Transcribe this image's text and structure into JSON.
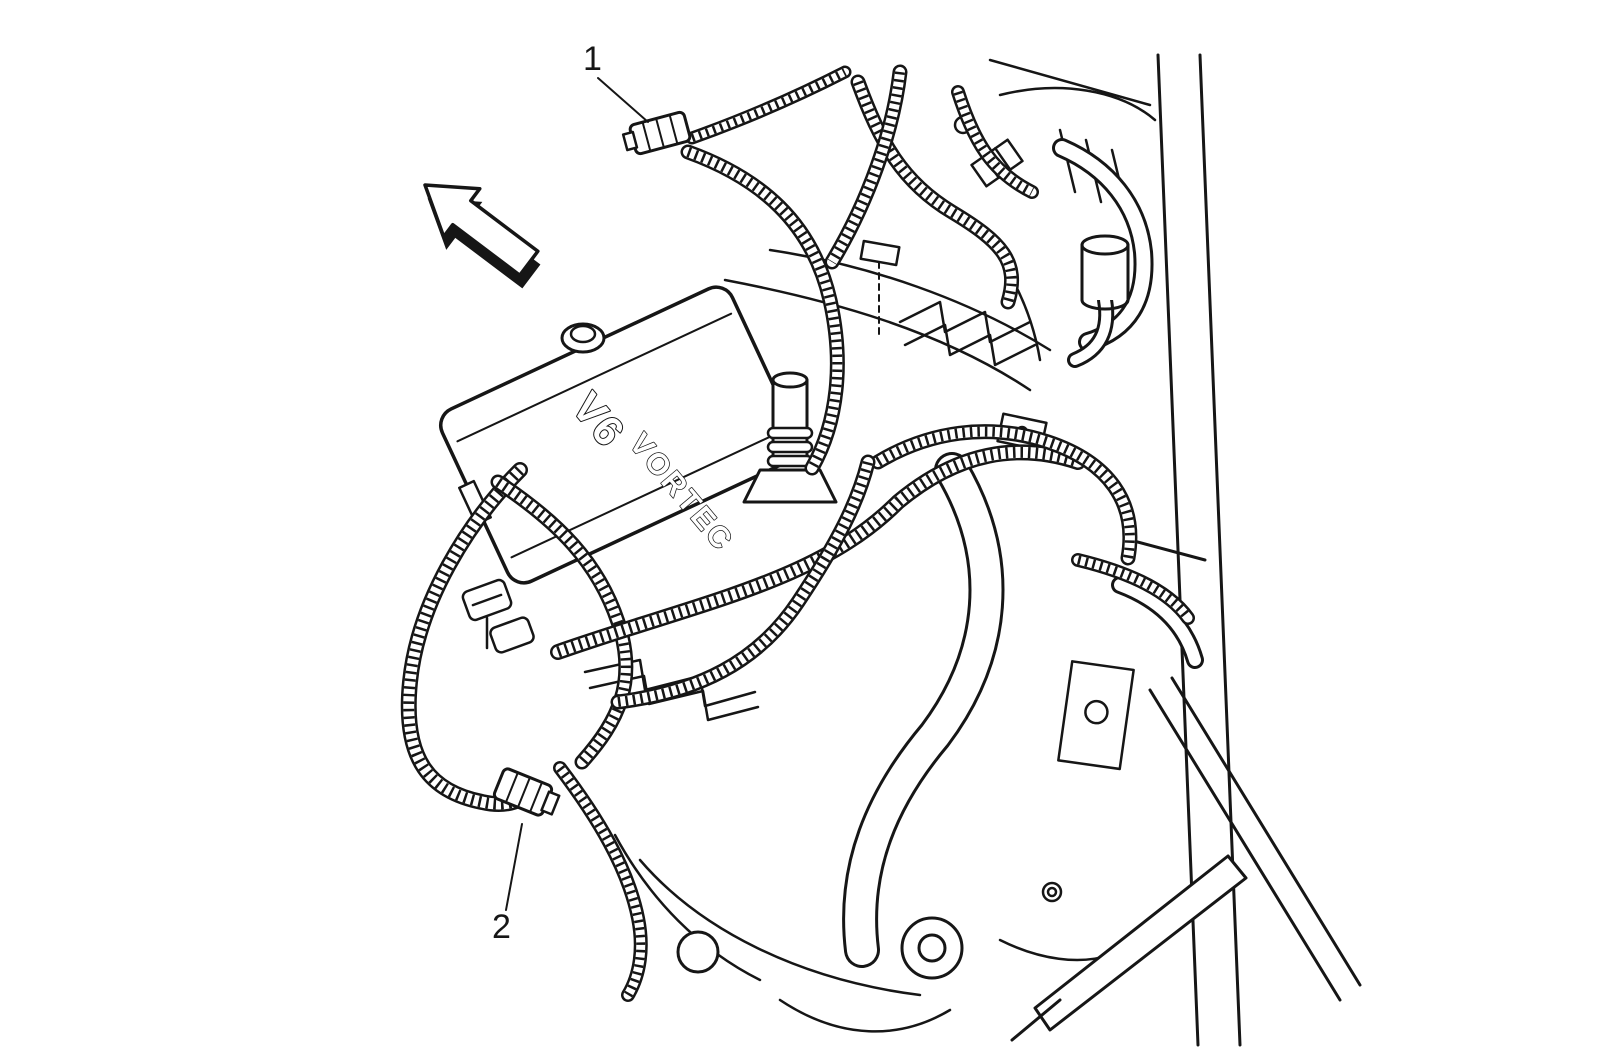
{
  "diagram": {
    "background": "#ffffff",
    "line_color": "#161616",
    "callouts": [
      {
        "label": "1"
      },
      {
        "label": "2"
      }
    ],
    "engine_markings": {
      "primary": "V6",
      "secondary": "VORTEC"
    }
  }
}
